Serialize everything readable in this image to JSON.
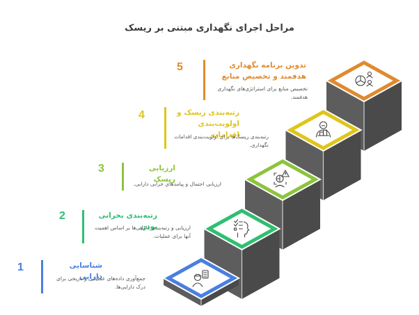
{
  "title": "مراحل اجرای نگهداری مبتنی بر ریسک",
  "steps": [
    {
      "number": "1",
      "heading": "شناسایی دارایی",
      "description": "جمع‌آوری داده‌های عملیاتی و تاریخی برای درک دارایی‌ها.",
      "color": "#4a7fe0",
      "icon": "worker-clipboard-icon"
    },
    {
      "number": "2",
      "heading": "رتبه‌بندی بحرانی بودن",
      "description": "ارزیابی و رتبه‌بندی دارایی‌ها بر اساس اهمیت آنها برای عملیات.",
      "color": "#2fbf71",
      "icon": "checklist-head-icon"
    },
    {
      "number": "3",
      "heading": "ارزیابی ریسک",
      "description": "ارزیابی احتمال و پیامدهای خرابی دارایی.",
      "color": "#8cc43c",
      "icon": "risk-warning-icon"
    },
    {
      "number": "4",
      "heading": "رتبه‌بندی ریسک و اولویت‌بندی اقدامات",
      "description": "رتبه‌بندی ریسک‌ها برای اولویت‌بندی اقدامات نگهداری.",
      "color": "#e0c51a",
      "icon": "person-blocks-icon"
    },
    {
      "number": "5",
      "heading": "تدوین برنامه نگهداری هدفمند و تخصیص منابع",
      "description": "تخصیص منابع برای استراتژی‌های نگهداری هدفمند.",
      "color": "#e08a2e",
      "icon": "pie-chart-people-icon"
    }
  ]
}
